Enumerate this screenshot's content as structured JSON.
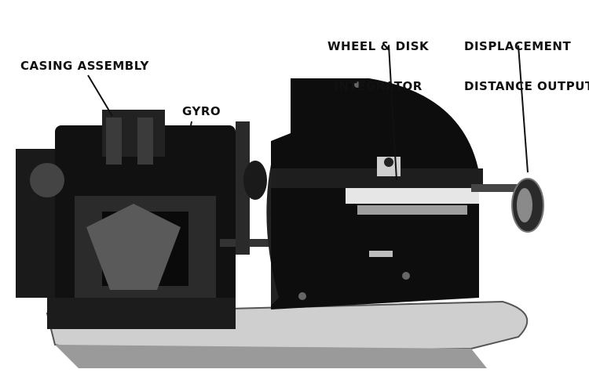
{
  "labels": {
    "casing_assembly": "CASING ASSEMBLY",
    "gyro": "GYRO",
    "wheel_disk_line1": "WHEEL & DISK",
    "wheel_disk_line2": "INTEGRATOR",
    "displacement_line1": "DISPLACEMENT",
    "displacement_line2": "DISTANCE OUTPUT"
  },
  "colors": {
    "ink": "#111111",
    "dark": "#0d0d0d",
    "mid": "#3a3a3a",
    "light": "#d8d8d8",
    "paper": "#ffffff"
  }
}
